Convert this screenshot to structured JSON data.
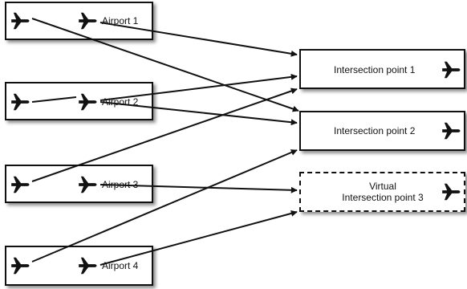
{
  "airports": [
    {
      "label": "Airport 1"
    },
    {
      "label": "Airport 2"
    },
    {
      "label": "Airport 3"
    },
    {
      "label": "Airport 4"
    }
  ],
  "intersections": [
    {
      "label": "Intersection point 1",
      "virtual": false
    },
    {
      "label": "Intersection point 2",
      "virtual": false
    },
    {
      "label": "Virtual\nIntersection point 3",
      "virtual": true
    }
  ],
  "icons": {
    "plane": "airplane-icon"
  },
  "colors": {
    "line": "#111111",
    "box_border": "#111111",
    "background": "#ffffff"
  }
}
